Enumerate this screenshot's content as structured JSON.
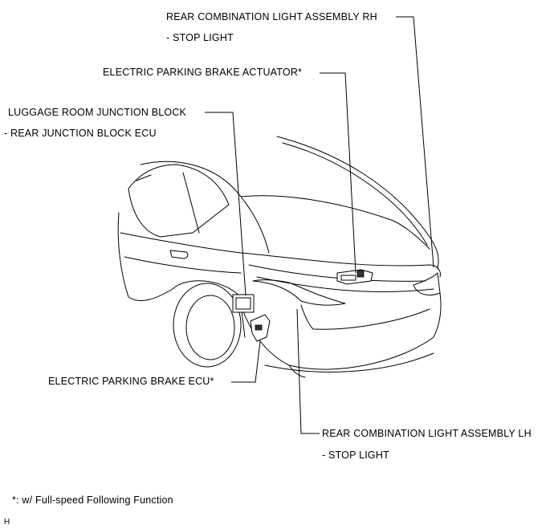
{
  "labels": {
    "rear_light_rh": "REAR COMBINATION LIGHT ASSEMBLY RH",
    "rear_light_rh_sub": "- STOP LIGHT",
    "epb_actuator": "ELECTRIC PARKING BRAKE ACTUATOR*",
    "luggage_jb": "LUGGAGE ROOM JUNCTION BLOCK",
    "luggage_jb_sub": "- REAR JUNCTION BLOCK ECU",
    "epb_ecu": "ELECTRIC PARKING BRAKE ECU*",
    "rear_light_lh": "REAR COMBINATION LIGHT ASSEMBLY LH",
    "rear_light_lh_sub": "- STOP LIGHT"
  },
  "footnote": "*: w/ Full-speed Following Function",
  "figure_code": "H"
}
